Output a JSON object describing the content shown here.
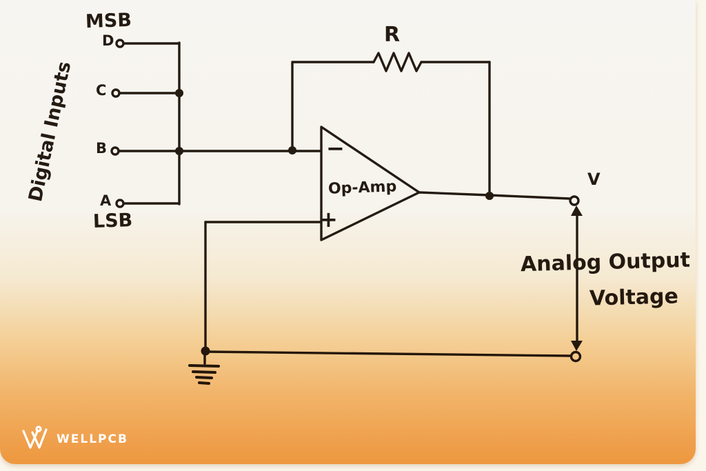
{
  "diagram": {
    "side_label": "Digital Inputs",
    "inputs": {
      "msb": "MSB",
      "d": "D",
      "c": "C",
      "b": "B",
      "a": "A",
      "lsb": "LSB"
    },
    "resistor_label": "R",
    "opamp": {
      "label": "Op-Amp",
      "inverting_input": "−",
      "noninverting_input": "+"
    },
    "output": {
      "node_label": "V",
      "caption_line1": "Analog Output",
      "caption_line2": "Voltage"
    }
  },
  "branding": {
    "logo_text": "WELLPCB"
  },
  "colors": {
    "ink": "#241b12",
    "paper": "#f7f5f1",
    "orange_deep": "#f69d42",
    "logo_white": "#ffffff"
  }
}
